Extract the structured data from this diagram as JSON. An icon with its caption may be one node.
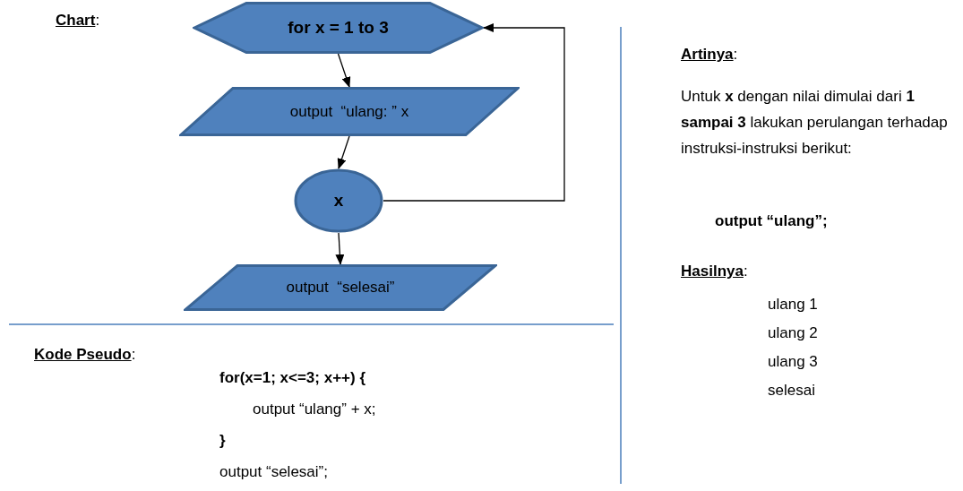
{
  "diagram": {
    "nodes": [
      {
        "text": [
          "for x = 1 to 3"
        ]
      },
      {
        "text": [
          "output  “ulang: ” x"
        ]
      },
      {
        "text": [
          "x"
        ]
      },
      {
        "text": [
          "output  “selesai”"
        ]
      }
    ],
    "edges": [
      {
        "from": 0,
        "to": 1,
        "arrow": "to"
      },
      {
        "from": 1,
        "to": 2,
        "arrow": "to"
      },
      {
        "from": 2,
        "to": 3,
        "arrow": "to"
      },
      {
        "from": 2,
        "to": 0,
        "arrow": "to"
      }
    ],
    "labels": [
      "Chart:",
      "Kode Pseudo:",
      "for(x=1; x<=3; x++) {",
      "output “ulang” + x;",
      "}",
      "output “selesai”;",
      "Artinya:",
      "Untuk **x** dengan nilai dimulai dari **1 sampai 3** lakukan perulangan terhadap instruksi-instruksi berikut:",
      "output “ulang”;",
      "Hasilnya:",
      "ulang 1",
      "ulang 2",
      "ulang 3",
      "selesai"
    ]
  }
}
